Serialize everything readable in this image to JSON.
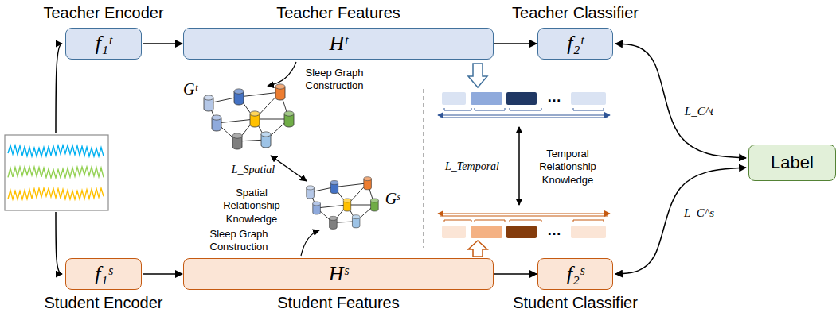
{
  "diagram": {
    "nodes": [
      {
        "text": [
          "Teacher Encoder",
          "f₁ᵗ"
        ]
      },
      {
        "text": [
          "Teacher Features",
          "Hᵗ"
        ]
      },
      {
        "text": [
          "Teacher Classifier",
          "f₂ᵗ"
        ]
      },
      {
        "text": [
          "Student Encoder",
          "f₁ˢ"
        ]
      },
      {
        "text": [
          "Student Features",
          "Hˢ"
        ]
      },
      {
        "text": [
          "Student Classifier",
          "f₂ˢ"
        ]
      },
      {
        "text": [
          "Label"
        ]
      }
    ],
    "edges": [
      {
        "from": 0,
        "to": 1,
        "arrow": "to"
      },
      {
        "from": 1,
        "to": 2,
        "arrow": "to"
      },
      {
        "from": 3,
        "to": 4,
        "arrow": "to"
      },
      {
        "from": 4,
        "to": 5,
        "arrow": "to"
      },
      {
        "from": 2,
        "to": 6,
        "label": "L_C^t",
        "arrow": "both"
      },
      {
        "from": 5,
        "to": 6,
        "label": "L_C^s",
        "arrow": "both"
      }
    ],
    "labels": [
      "Sleep Graph Construction",
      "Gᵗ",
      "L_Spatial",
      "Spatial Relationship Knowledge",
      "Gˢ",
      "Sleep Graph Construction",
      "L_Temporal",
      "Temporal Relationship Knowledge",
      "…",
      "…"
    ]
  }
}
